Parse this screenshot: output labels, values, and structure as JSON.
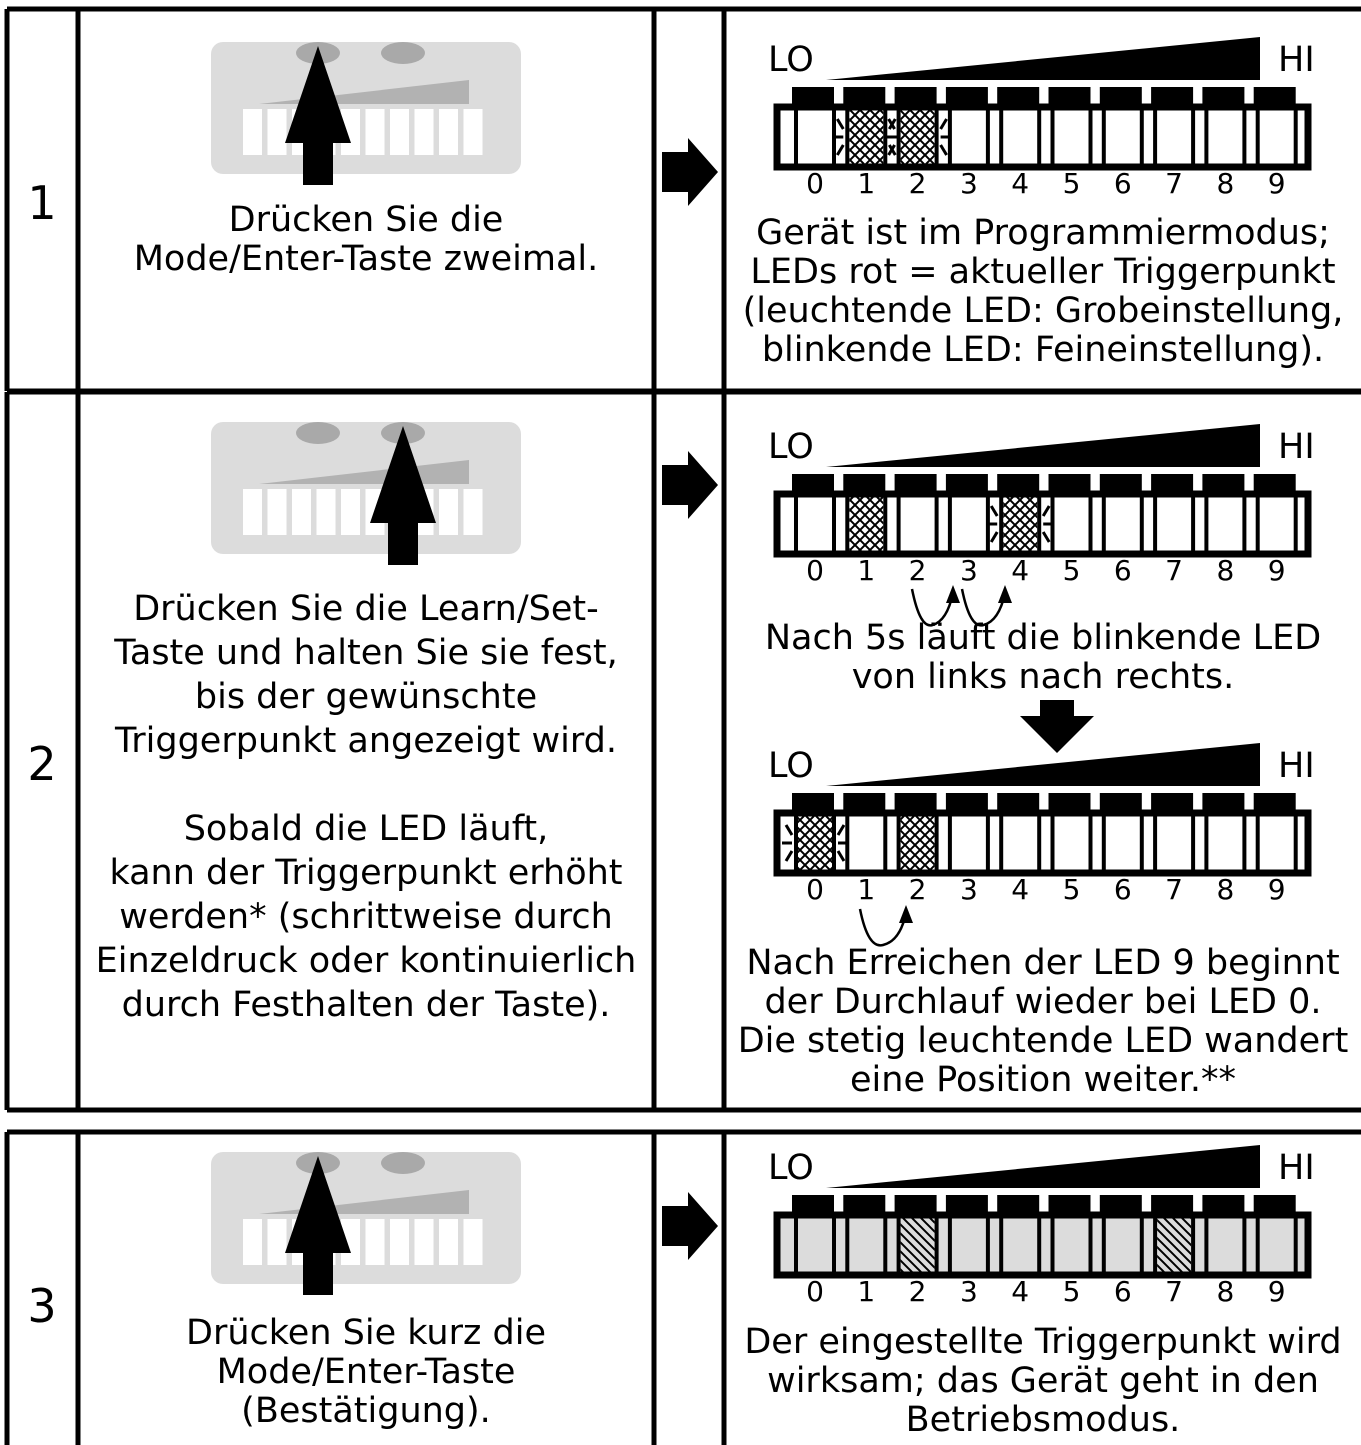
{
  "steps": [
    {
      "number": "1",
      "action": [
        "Drücken Sie die",
        "Mode/Enter-Taste zweimal."
      ],
      "displays": [
        {
          "lo": "LO",
          "hi": "HI",
          "leds": [
            "0",
            "1",
            "2",
            "3",
            "4",
            "5",
            "6",
            "7",
            "8",
            "9"
          ]
        }
      ],
      "result": [
        "Gerät ist im Programmiermodus;",
        "LEDs rot = aktueller Triggerpunkt",
        "(leuchtende LED: Grobeinstellung,",
        "blinkende LED: Feineinstellung)."
      ]
    },
    {
      "number": "2",
      "action": [
        "Drücken Sie die Learn/Set-",
        "Taste und halten Sie sie fest,",
        "bis der gewünschte",
        "Triggerpunkt angezeigt wird.",
        "",
        "Sobald die LED läuft,",
        "kann der Triggerpunkt erhöht",
        "werden* (schrittweise durch",
        "Einzeldruck oder kontinuierlich",
        "durch Festhalten der Taste)."
      ],
      "displays": [
        {
          "lo": "LO",
          "hi": "HI",
          "leds": [
            "0",
            "1",
            "2",
            "3",
            "4",
            "5",
            "6",
            "7",
            "8",
            "9"
          ]
        },
        {
          "lo": "LO",
          "hi": "HI",
          "leds": [
            "0",
            "1",
            "2",
            "3",
            "4",
            "5",
            "6",
            "7",
            "8",
            "9"
          ]
        }
      ],
      "result_top": [
        "Nach 5s läuft die blinkende LED",
        "von links nach rechts."
      ],
      "result": [
        "Nach Erreichen der LED 9 beginnt",
        "der Durchlauf wieder bei LED 0.",
        "Die stetig leuchtende LED wandert",
        "eine Position weiter.**"
      ]
    },
    {
      "number": "3",
      "action": [
        "Drücken Sie kurz die",
        "Mode/Enter-Taste",
        "(Bestätigung)."
      ],
      "displays": [
        {
          "lo": "LO",
          "hi": "HI",
          "leds": [
            "0",
            "1",
            "2",
            "3",
            "4",
            "5",
            "6",
            "7",
            "8",
            "9"
          ]
        }
      ],
      "result": [
        "Der eingestellte Triggerpunkt wird",
        "wirksam; das Gerät geht in den",
        "Betriebsmodus."
      ]
    }
  ]
}
